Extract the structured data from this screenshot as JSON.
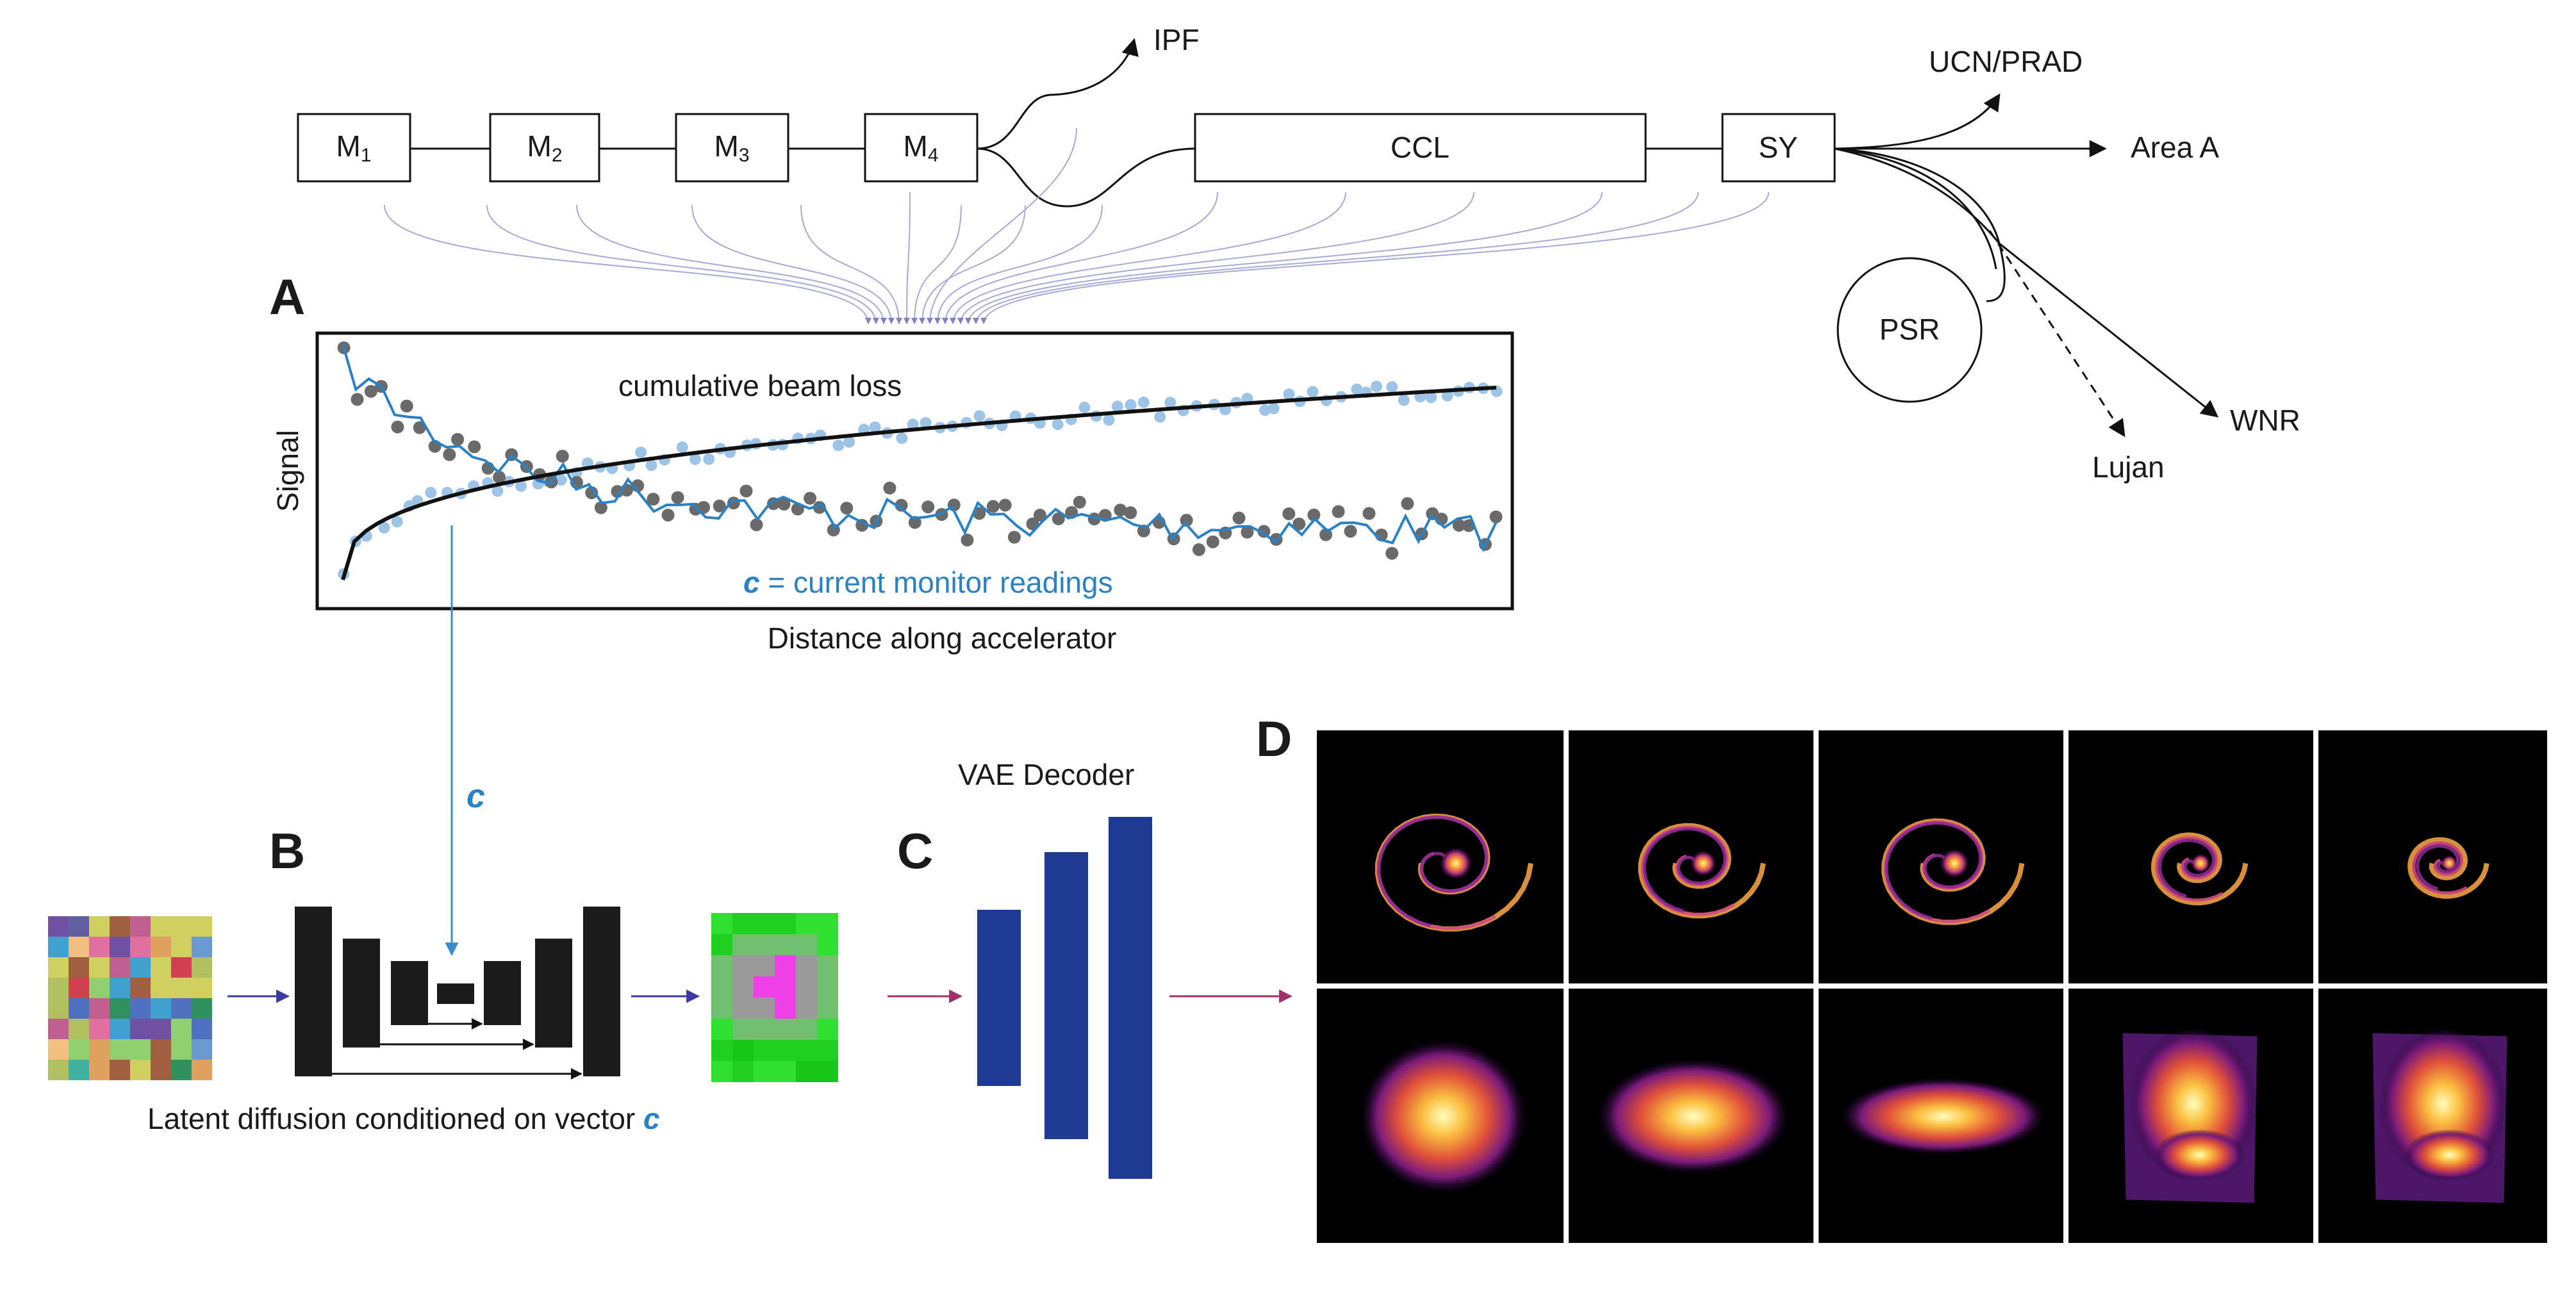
{
  "accelerator": {
    "blocks": [
      {
        "sym": "M",
        "sub": "1"
      },
      {
        "sym": "M",
        "sub": "2"
      },
      {
        "sym": "M",
        "sub": "3"
      },
      {
        "sym": "M",
        "sub": "4"
      },
      {
        "sym": "CCL",
        "sub": ""
      },
      {
        "sym": "SY",
        "sub": ""
      }
    ],
    "destinations": {
      "ipf": "IPF",
      "ucn": "UCN/PRAD",
      "area_a": "Area A",
      "psr": "PSR",
      "wnr": "WNR",
      "lujan": "Lujan"
    }
  },
  "panel_a": {
    "letter": "A",
    "y_label": "Signal",
    "x_label": "Distance along accelerator",
    "curve_label": "cumulative beam loss",
    "c_symbol": "c",
    "c_label": " = current monitor readings"
  },
  "panel_b": {
    "letter": "B",
    "c_symbol": "c",
    "caption": "Latent diffusion conditioned on vector ",
    "caption_symbol": "c"
  },
  "panel_c": {
    "letter": "C",
    "title": "VAE Decoder"
  },
  "panel_d": {
    "letter": "D"
  },
  "colors": {
    "blue_arrow": "#3a8cc8",
    "light_points": "#9dc3e6",
    "dark_points": "#666666",
    "decoder_blue": "#1f3a93",
    "unet_black": "#1b1b1b",
    "fan_arrows": "#9a9ad0",
    "magenta_arrow": "#a0306a"
  }
}
